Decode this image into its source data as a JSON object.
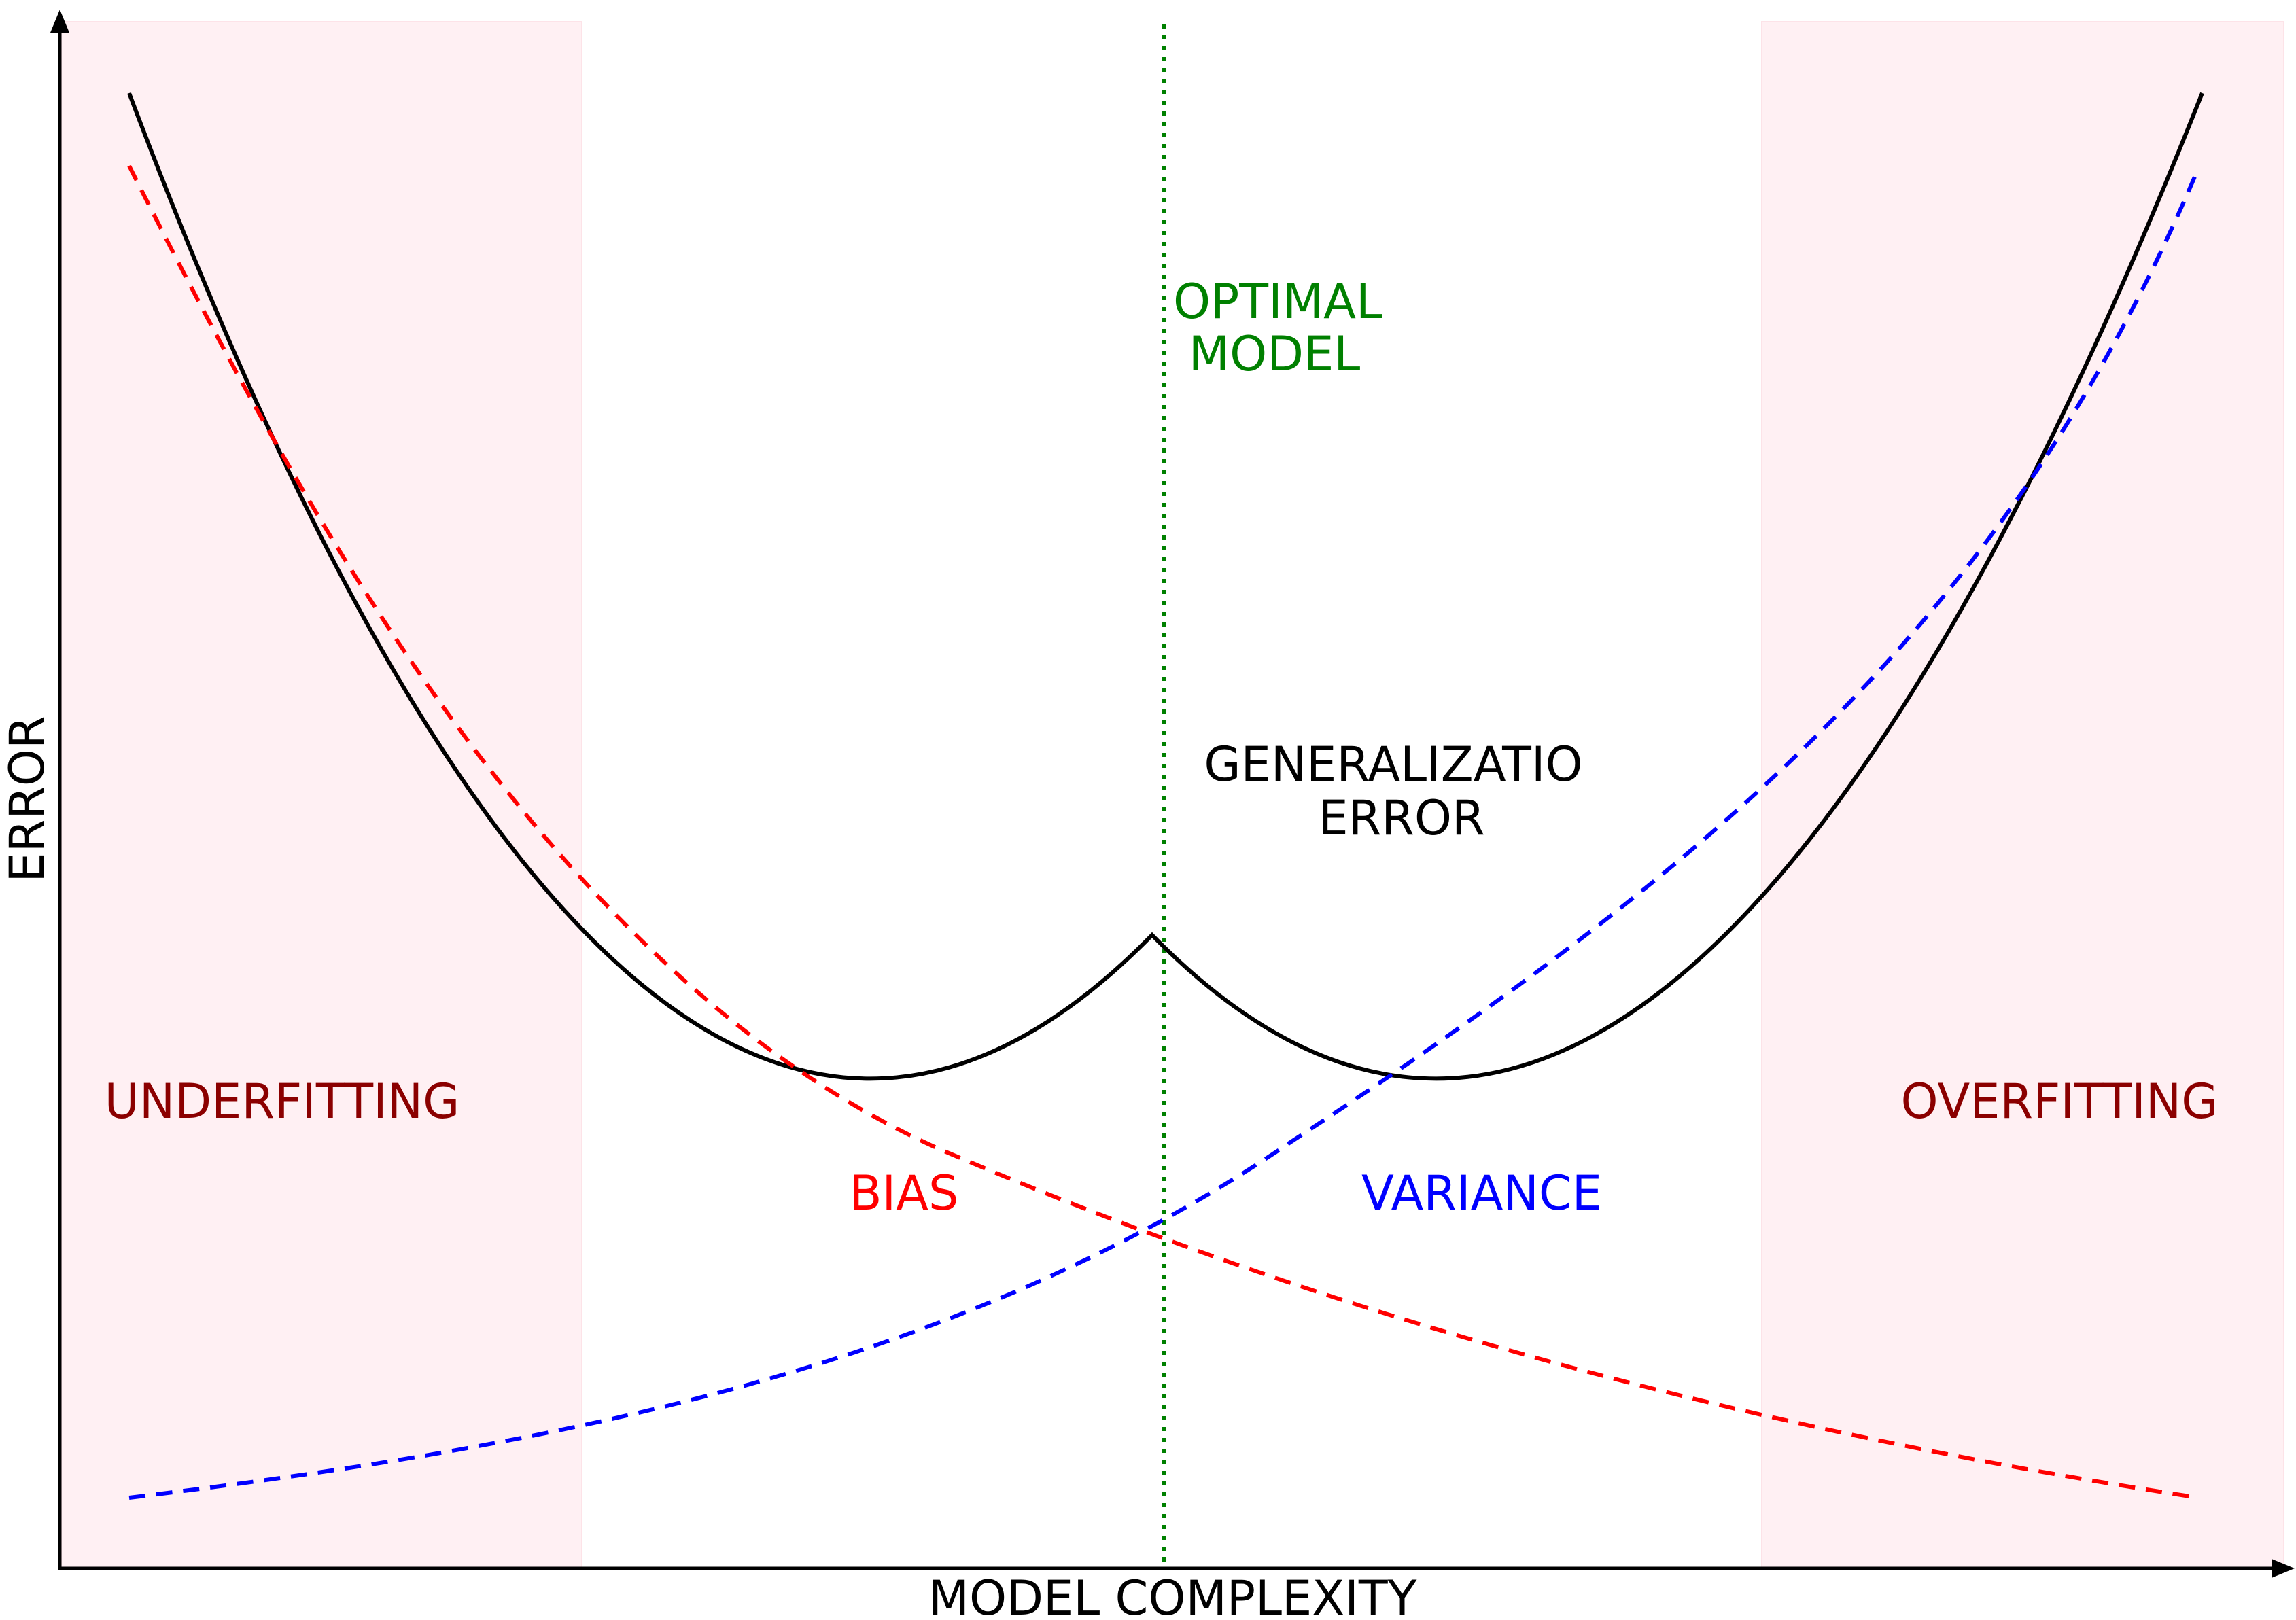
{
  "axes": {
    "x_label": "MODEL COMPLEXITY",
    "y_label": "ERROR"
  },
  "regions": {
    "left_label": "UNDERFITTING",
    "right_label": "OVERFITTING",
    "fill_color": "#fff0f3"
  },
  "optimal": {
    "line1": "OPTIMAL",
    "line2": "MODEL",
    "color": "#008000"
  },
  "curves": {
    "generalization": {
      "line1": "GENERALIZATIO",
      "line2": "ERROR",
      "color": "#000000"
    },
    "bias": {
      "label": "BIAS",
      "color": "#ff0000"
    },
    "variance": {
      "label": "VARIANCE",
      "color": "#0000ff"
    }
  },
  "region_text_color": "#8b0000"
}
